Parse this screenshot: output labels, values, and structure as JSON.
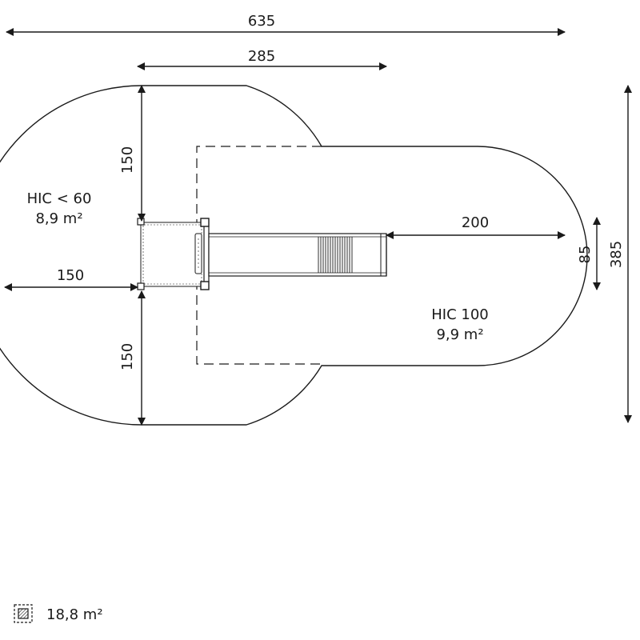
{
  "dimensions": {
    "total_width": "635",
    "platform_width": "285",
    "slide_length": "200",
    "left_clearance": "150",
    "top_clearance": "150",
    "bottom_clearance": "150",
    "slide_width": "85",
    "total_depth": "385"
  },
  "zones": {
    "left": {
      "hic": "HIC < 60",
      "area": "8,9 m²"
    },
    "right": {
      "hic": "HIC 100",
      "area": "9,9 m²"
    }
  },
  "legend": {
    "icon": "hatched-square-icon",
    "total_area": "18,8 m²"
  },
  "colors": {
    "line": "#1a1a1a",
    "background": "#ffffff"
  }
}
